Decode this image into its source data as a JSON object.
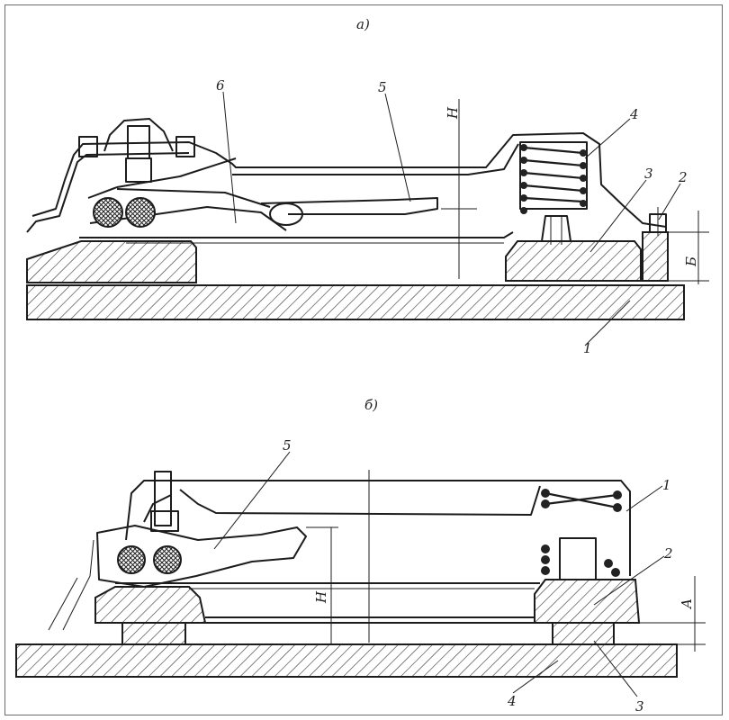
{
  "figure_a": {
    "caption": "а)",
    "dimension_h": "H",
    "dimension_b": "Б",
    "callouts": [
      "1",
      "2",
      "3",
      "4",
      "5",
      "6"
    ]
  },
  "figure_b": {
    "caption": "б)",
    "dimension_h": "H",
    "dimension_a": "A",
    "callouts": [
      "1",
      "2",
      "3",
      "4",
      "5"
    ]
  }
}
